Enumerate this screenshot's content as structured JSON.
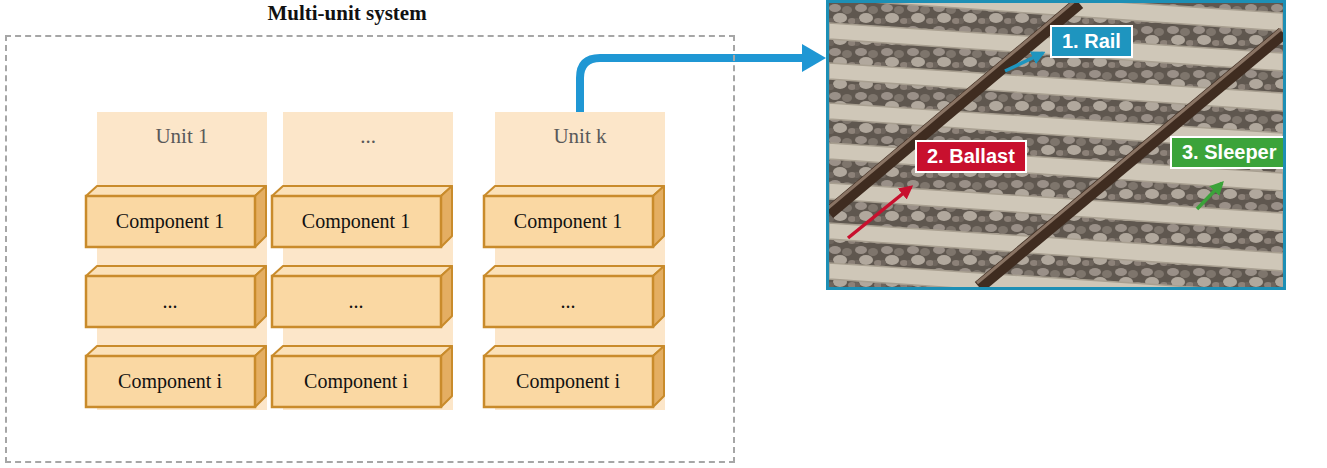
{
  "diagram": {
    "nodes": [
      {
        "text": [
          "Multi-unit system"
        ]
      },
      {
        "text": [
          "Unit 1"
        ],
        "in": 0
      },
      {
        "text": [
          "Component 1"
        ],
        "in": 1
      },
      {
        "text": [
          "..."
        ],
        "in": 1
      },
      {
        "text": [
          "Component i"
        ],
        "in": 1
      },
      {
        "text": [
          "..."
        ],
        "in": 0
      },
      {
        "text": [
          "Component 1"
        ],
        "in": 5
      },
      {
        "text": [
          "..."
        ],
        "in": 5
      },
      {
        "text": [
          "Component i"
        ],
        "in": 5
      },
      {
        "text": [
          "Unit k"
        ],
        "in": 0
      },
      {
        "text": [
          "Component 1"
        ],
        "in": 9
      },
      {
        "text": [
          "..."
        ],
        "in": 9
      },
      {
        "text": [
          "Component i"
        ],
        "in": 9
      },
      {
        "text": []
      },
      {
        "text": [
          "1. Rail"
        ],
        "in": 13
      },
      {
        "text": [
          "2. Ballast"
        ],
        "in": 13
      },
      {
        "text": [
          "3. Sleeper"
        ],
        "in": 13
      }
    ],
    "edges": [
      {
        "from": 9,
        "to": 13,
        "arrow": "to"
      }
    ]
  }
}
